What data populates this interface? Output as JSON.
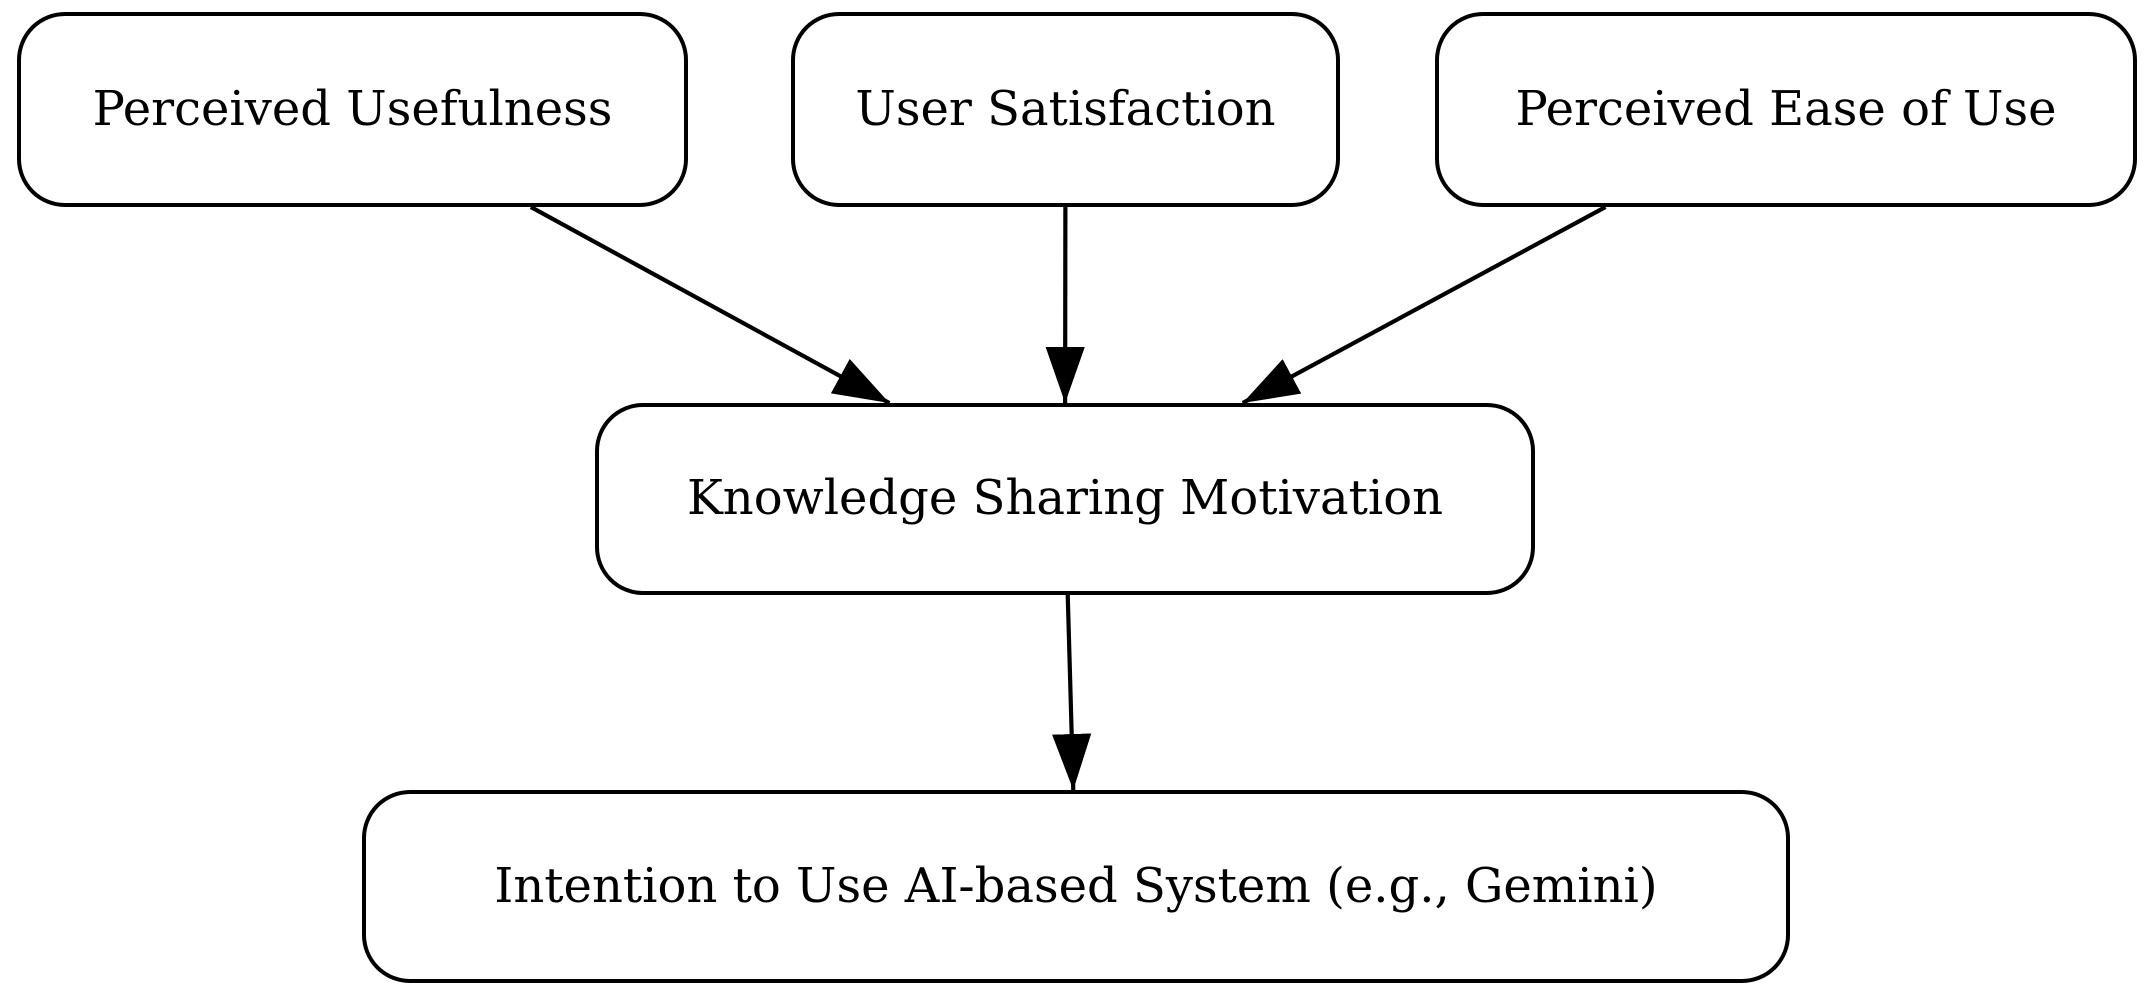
{
  "diagram": {
    "background_color": "#ffffff",
    "stroke_color": "#000000",
    "text_color": "#000000",
    "nodes": [
      {
        "id": "perceived-usefulness",
        "label": "Perceived Usefulness"
      },
      {
        "id": "user-satisfaction",
        "label": "User Satisfaction"
      },
      {
        "id": "perceived-ease-of-use",
        "label": "Perceived Ease of Use"
      },
      {
        "id": "knowledge-sharing-motivation",
        "label": "Knowledge Sharing Motivation"
      },
      {
        "id": "intention-to-use",
        "label": "Intention to Use AI-based System (e.g., Gemini)"
      }
    ],
    "edges": [
      {
        "from": "perceived-usefulness",
        "to": "knowledge-sharing-motivation"
      },
      {
        "from": "user-satisfaction",
        "to": "knowledge-sharing-motivation"
      },
      {
        "from": "perceived-ease-of-use",
        "to": "knowledge-sharing-motivation"
      },
      {
        "from": "knowledge-sharing-motivation",
        "to": "intention-to-use"
      }
    ]
  }
}
